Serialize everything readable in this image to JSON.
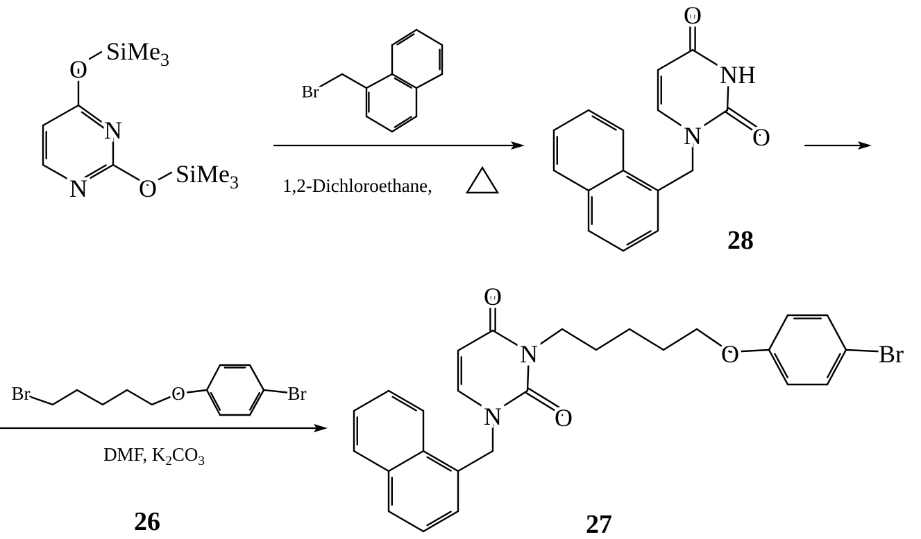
{
  "scheme": {
    "starting_material": {
      "O_top": "O",
      "N_ring_right": "N",
      "N_ring_bottom": "N",
      "O_bottom": "O",
      "silyl_top": "SiMe",
      "silyl_top_sub": "3",
      "silyl_bottom": "SiMe",
      "silyl_bottom_sub": "3"
    },
    "step1": {
      "reagent_Br": "Br",
      "conditions": "1,2-Dichloroethane,",
      "heat_icon": "triangle-heat-symbol"
    },
    "compound_28": {
      "label": "28",
      "O_top": "O",
      "NH": "NH",
      "N1": "N",
      "O_right": "O"
    },
    "step2": {
      "reagent_label": "26",
      "reagent_Br_left": "Br",
      "reagent_O": "O",
      "reagent_Br_right": "Br",
      "conditions_prefix": "DMF, K",
      "conditions_sub1": "2",
      "conditions_mid": "CO",
      "conditions_sub2": "3"
    },
    "compound_27": {
      "label": "27",
      "O_top": "O",
      "N3": "N",
      "N1": "N",
      "O_right": "O",
      "O_ether": "O",
      "Br": "Br"
    }
  },
  "colors": {
    "ink": "#000000",
    "background": "#ffffff"
  }
}
